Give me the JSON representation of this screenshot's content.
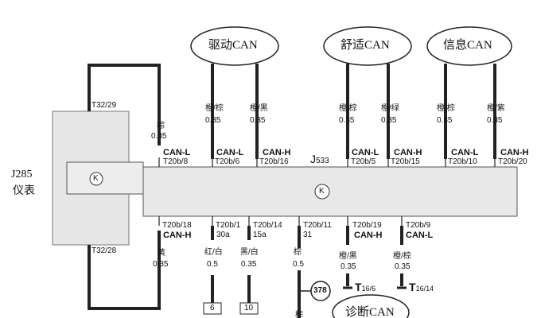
{
  "ellipses": [
    {
      "id": "drive",
      "label": "驱动CAN"
    },
    {
      "id": "comfort",
      "label": "舒适CAN"
    },
    {
      "id": "info",
      "label": "信息CAN"
    },
    {
      "id": "diag",
      "label": "诊断CAN"
    }
  ],
  "j285": {
    "code": "J285",
    "name": "仪表",
    "k": "K",
    "top_pin": "T32/29",
    "bottom_pin": "T32/28"
  },
  "j533": {
    "code": "J",
    "sub": "533",
    "k": "K"
  },
  "wires_top": [
    {
      "color": "棕",
      "size": "0.35",
      "signal": "CAN-L",
      "pin": "T20b/8"
    },
    {
      "color": "橙/棕",
      "size": "0.35",
      "signal": "CAN-L",
      "pin": "T20b/6"
    },
    {
      "color": "橙/黑",
      "size": "0.35",
      "signal": "CAN-H",
      "pin": "T20b/16"
    },
    {
      "color": "橙/棕",
      "size": "0.35",
      "signal": "CAN-L",
      "pin": "T20b/5"
    },
    {
      "color": "橙/绿",
      "size": "0.35",
      "signal": "CAN-H",
      "pin": "T20b/15"
    },
    {
      "color": "橙/棕",
      "size": "0.35",
      "signal": "CAN-L",
      "pin": "T20b/10"
    },
    {
      "color": "橙/紫",
      "size": "0.35",
      "signal": "CAN-H",
      "pin": "T20b/20"
    }
  ],
  "wires_bottom": [
    {
      "pin": "T20b/18",
      "signal": "CAN-H",
      "color": "黄",
      "size": "0.35"
    },
    {
      "pin": "T20b/1",
      "signal": "30a",
      "color": "红/白",
      "size": "0.5",
      "terminal": "6"
    },
    {
      "pin": "T20b/14",
      "signal": "15a",
      "color": "黑/白",
      "size": "0.35",
      "terminal": "10"
    },
    {
      "pin": "T20b/11",
      "signal": "31",
      "color": "棕",
      "size": "0.5",
      "junction": "378"
    },
    {
      "pin": "T20b/19",
      "signal": "CAN-H",
      "color": "橙/黑",
      "size": "0.35",
      "connector": "T",
      "connector_sub": "16/6"
    },
    {
      "pin": "T20b/9",
      "signal": "CAN-L",
      "color": "橙/棕",
      "size": "0.35",
      "connector": "T",
      "connector_sub": "16/14"
    }
  ],
  "bottom_extra": "棕"
}
